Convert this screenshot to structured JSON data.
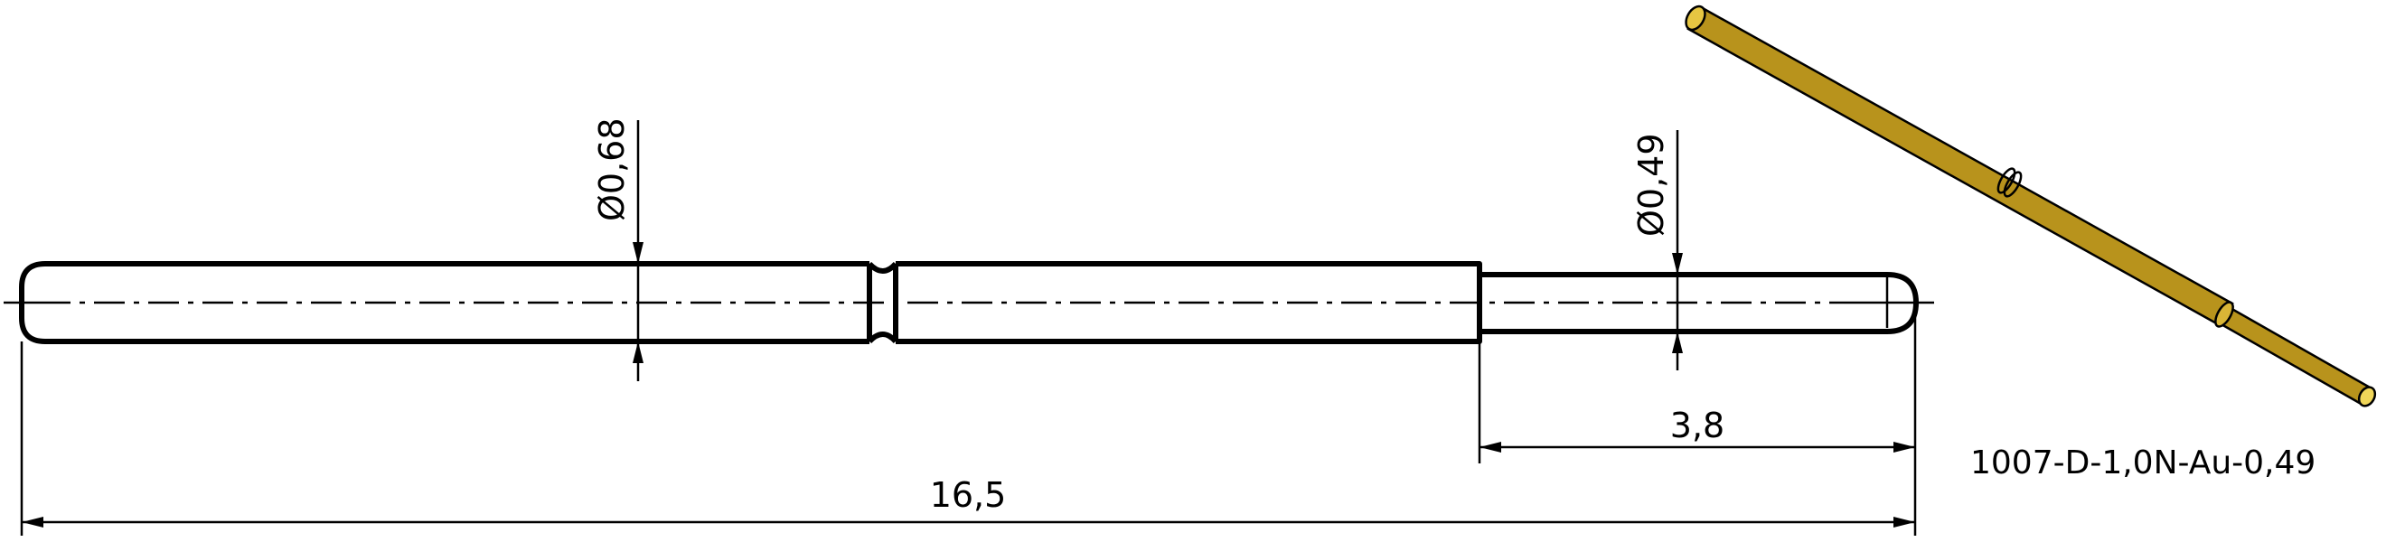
{
  "drawing": {
    "part_number": "1007-D-1,0N-Au-0,49",
    "dimensions": {
      "overall_length": "16,5",
      "tip_length": "3,8",
      "body_diameter": "Ø0,68",
      "tip_diameter": "Ø0,49"
    },
    "colors": {
      "line": "#000000",
      "pin_gold": "#E6C642",
      "pin_gold_dark": "#B8931C",
      "pin_gold_light": "#F5E27A"
    }
  }
}
